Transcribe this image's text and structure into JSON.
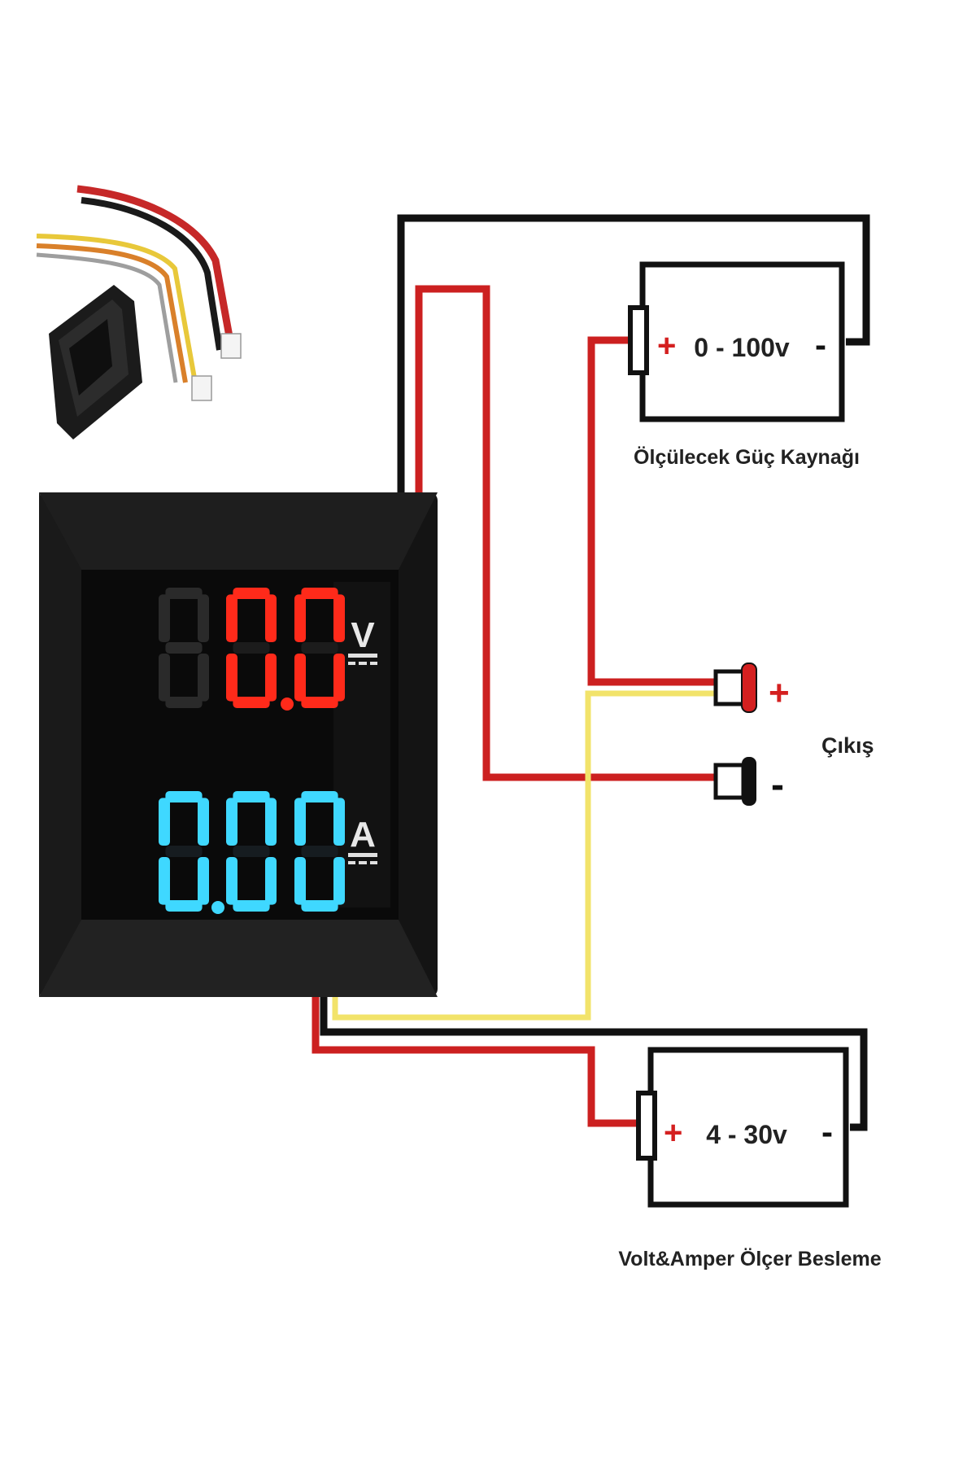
{
  "display": {
    "voltage_digits": [
      "8",
      "0",
      "0"
    ],
    "current_digits": [
      "0",
      "0",
      "0"
    ],
    "voltage_unit": "V",
    "current_unit": "A",
    "voltage_color": "#ff2a1a",
    "current_color": "#3fd8ff",
    "unlit_color": "#2a2a2a"
  },
  "measured_source": {
    "range_label": "0 - 100v",
    "plus": "+",
    "minus": "-",
    "caption": "Ölçülecek Güç Kaynağı"
  },
  "output": {
    "label": "Çıkış",
    "plus": "+",
    "minus": "-"
  },
  "supply": {
    "range_label": "4 - 30v",
    "plus": "+",
    "minus": "-",
    "caption": "Volt&Amper Ölçer Besleme"
  },
  "colors": {
    "wire_red": "#cc2020",
    "wire_black": "#111111",
    "wire_yellow": "#f2e36a",
    "plus_sign": "#d42020",
    "panel": "#141414"
  }
}
